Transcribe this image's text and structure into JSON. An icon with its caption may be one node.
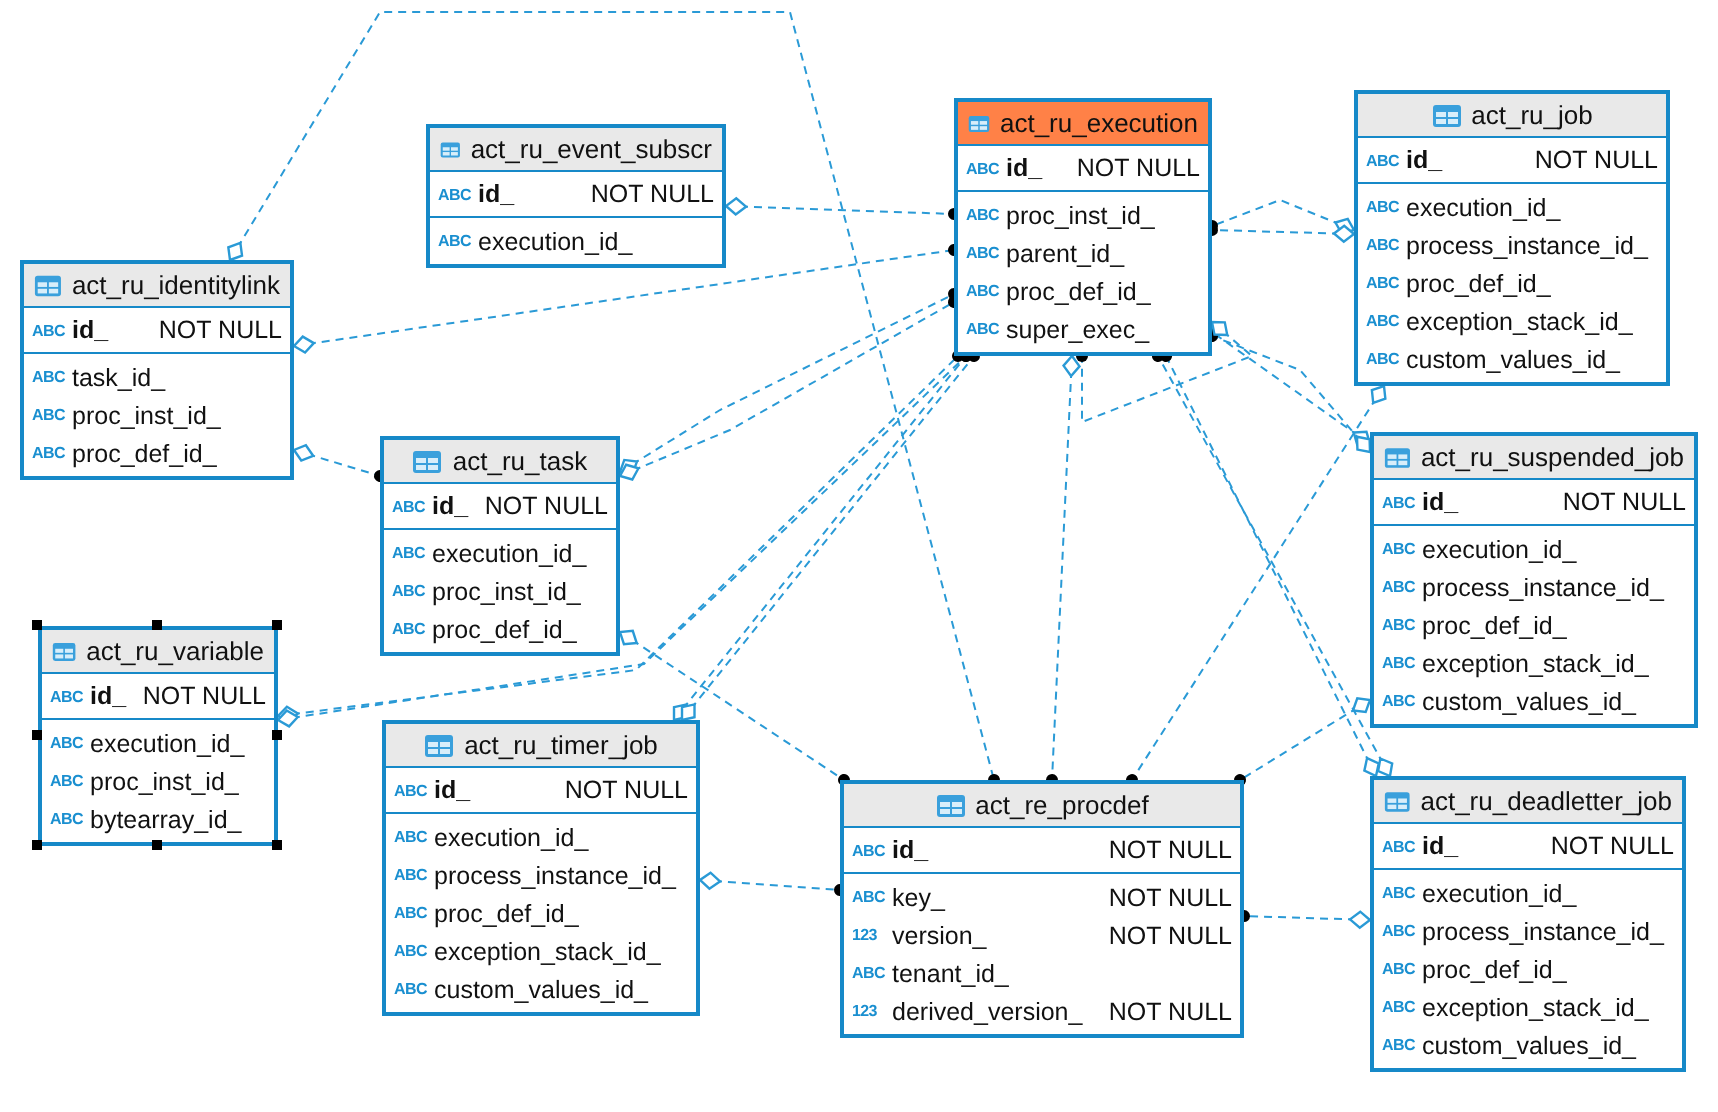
{
  "diagram": {
    "nodes": [
      {
        "text": [
          "act_ru_event_subscr",
          "ABC",
          "id_",
          "NOT NULL",
          "ABC",
          "execution_id_"
        ]
      },
      {
        "text": [
          "act_ru_execution",
          "ABC",
          "id_",
          "NOT NULL",
          "ABC",
          "proc_inst_id_",
          "ABC",
          "parent_id_",
          "ABC",
          "proc_def_id_",
          "ABC",
          "super_exec_"
        ]
      },
      {
        "text": [
          "act_ru_job",
          "ABC",
          "id_",
          "NOT NULL",
          "ABC",
          "execution_id_",
          "ABC",
          "process_instance_id_",
          "ABC",
          "proc_def_id_",
          "ABC",
          "exception_stack_id_",
          "ABC",
          "custom_values_id_"
        ]
      },
      {
        "text": [
          "act_ru_identitylink",
          "ABC",
          "id_",
          "NOT NULL",
          "ABC",
          "task_id_",
          "ABC",
          "proc_inst_id_",
          "ABC",
          "proc_def_id_"
        ]
      },
      {
        "text": [
          "act_ru_task",
          "ABC",
          "id_",
          "NOT NULL",
          "ABC",
          "execution_id_",
          "ABC",
          "proc_inst_id_",
          "ABC",
          "proc_def_id_"
        ]
      },
      {
        "text": [
          "act_ru_suspended_job",
          "ABC",
          "id_",
          "NOT NULL",
          "ABC",
          "execution_id_",
          "ABC",
          "process_instance_id_",
          "ABC",
          "proc_def_id_",
          "ABC",
          "exception_stack_id_",
          "ABC",
          "custom_values_id_"
        ]
      },
      {
        "text": [
          "act_ru_variable",
          "ABC",
          "id_",
          "NOT NULL",
          "ABC",
          "execution_id_",
          "ABC",
          "proc_inst_id_",
          "ABC",
          "bytearray_id_"
        ]
      },
      {
        "text": [
          "act_ru_timer_job",
          "ABC",
          "id_",
          "NOT NULL",
          "ABC",
          "execution_id_",
          "ABC",
          "process_instance_id_",
          "ABC",
          "proc_def_id_",
          "ABC",
          "exception_stack_id_",
          "ABC",
          "custom_values_id_"
        ]
      },
      {
        "text": [
          "act_re_procdef",
          "ABC",
          "id_",
          "NOT NULL",
          "ABC",
          "key_",
          "NOT NULL",
          "123",
          "version_",
          "NOT NULL",
          "ABC",
          "tenant_id_",
          "123",
          "derived_version_",
          "NOT NULL"
        ]
      },
      {
        "text": [
          "act_ru_deadletter_job",
          "ABC",
          "id_",
          "NOT NULL",
          "ABC",
          "execution_id_",
          "ABC",
          "process_instance_id_",
          "ABC",
          "proc_def_id_",
          "ABC",
          "exception_stack_id_",
          "ABC",
          "custom_values_id_"
        ]
      }
    ],
    "edges": [
      {
        "from": 0,
        "to": 1,
        "arrow": "other"
      },
      {
        "from": 3,
        "to": 1,
        "arrow": "other"
      },
      {
        "from": 3,
        "to": 8,
        "arrow": "other"
      },
      {
        "from": 3,
        "to": 4,
        "arrow": "other"
      },
      {
        "from": 4,
        "to": 1,
        "arrow": "other"
      },
      {
        "from": 4,
        "to": 1,
        "arrow": "other"
      },
      {
        "from": 4,
        "to": 8,
        "arrow": "other"
      },
      {
        "from": 6,
        "to": 1,
        "arrow": "other"
      },
      {
        "from": 6,
        "to": 1,
        "arrow": "other"
      },
      {
        "from": 7,
        "to": 1,
        "arrow": "other"
      },
      {
        "from": 7,
        "to": 1,
        "arrow": "other"
      },
      {
        "from": 7,
        "to": 8,
        "arrow": "other"
      },
      {
        "from": 1,
        "to": 8,
        "arrow": "other"
      },
      {
        "from": 2,
        "to": 1,
        "arrow": "other"
      },
      {
        "from": 2,
        "to": 1,
        "arrow": "other"
      },
      {
        "from": 2,
        "to": 8,
        "arrow": "other"
      },
      {
        "from": 5,
        "to": 1,
        "arrow": "other"
      },
      {
        "from": 5,
        "to": 1,
        "arrow": "other"
      },
      {
        "from": 5,
        "to": 8,
        "arrow": "other"
      },
      {
        "from": 9,
        "to": 1,
        "arrow": "other"
      },
      {
        "from": 9,
        "to": 1,
        "arrow": "other"
      },
      {
        "from": 9,
        "to": 8,
        "arrow": "other"
      },
      {
        "from": 1,
        "to": 1,
        "arrow": "other"
      }
    ]
  }
}
